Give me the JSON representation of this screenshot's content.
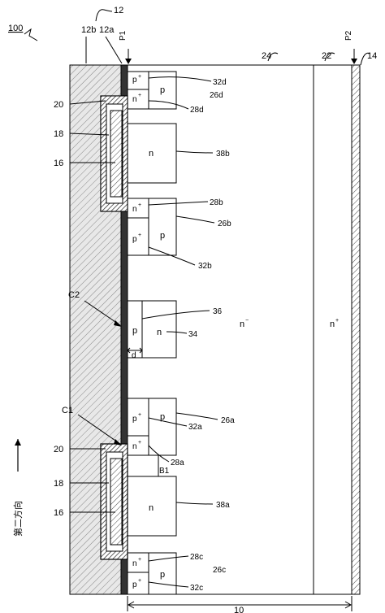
{
  "figure_label": "100",
  "ref_numbers": {
    "r12": "12",
    "r12a": "12a",
    "r12b": "12b",
    "r24": "24",
    "r22": "22",
    "r14": "14",
    "r10": "10",
    "r20_top": "20",
    "r18_top": "18",
    "r16_top": "16",
    "r20_bot": "20",
    "r18_bot": "18",
    "r16_bot": "16",
    "r32d": "32d",
    "r26d": "26d",
    "r28d": "28d",
    "r38b": "38b",
    "r28b": "28b",
    "r26b": "26b",
    "r32b": "32b",
    "r36": "36",
    "r34": "34",
    "r26a": "26a",
    "r32a": "32a",
    "r28a": "28a",
    "r38a": "38a",
    "r28c": "28c",
    "r26c": "26c",
    "r32c": "32c",
    "c1": "C1",
    "c2": "C2",
    "b1": "B1",
    "d": "d"
  },
  "planes": {
    "p1": "P1",
    "p2": "P2"
  },
  "direction_label": "第二方向",
  "regions": {
    "n_minus": "n",
    "n_minus_sup": "−",
    "n_plus": "n",
    "n_plus_sup": "+",
    "p": "p",
    "n": "n",
    "plus": "+"
  }
}
